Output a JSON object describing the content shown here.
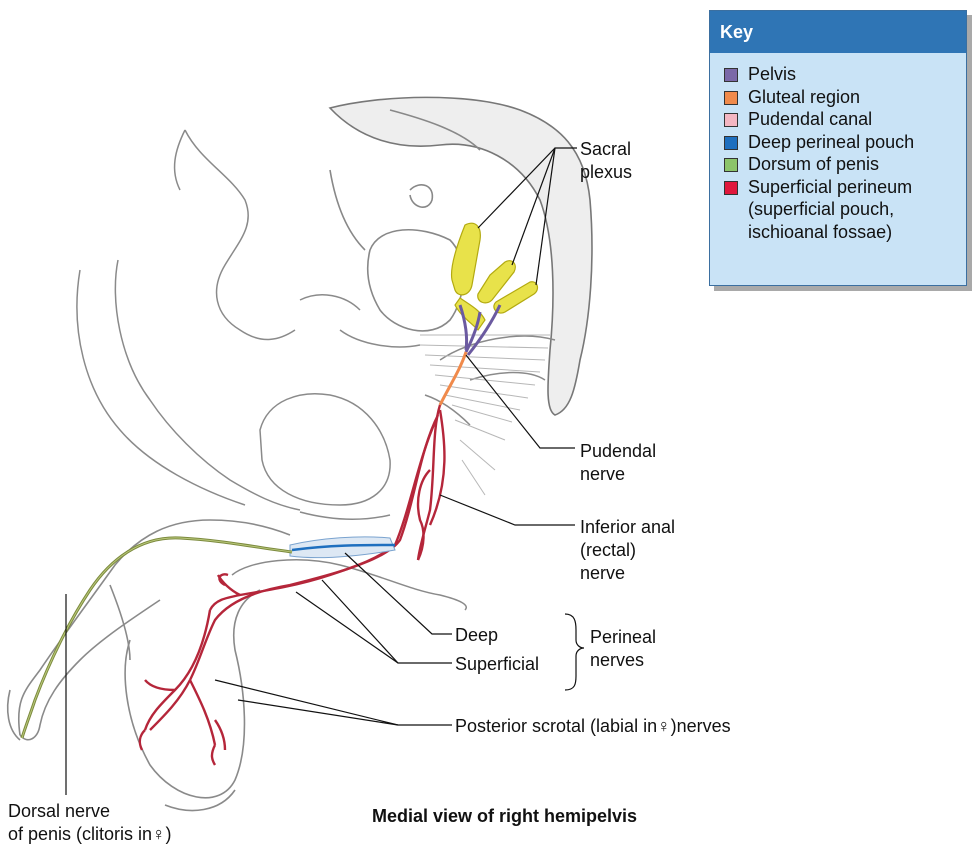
{
  "key": {
    "title": "Key",
    "items": [
      {
        "label": "Pelvis",
        "color": "#7b68a8"
      },
      {
        "label": "Gluteal region",
        "color": "#f08a4b"
      },
      {
        "label": "Pudendal canal",
        "color": "#f4b6c2"
      },
      {
        "label": "Deep perineal pouch",
        "color": "#1e6fbf"
      },
      {
        "label": "Dorsum of penis",
        "color": "#8cc46a"
      },
      {
        "label": "Superficial perineum\n(superficial pouch,\nischioanal fossae)",
        "color": "#e0173c"
      }
    ]
  },
  "labels": {
    "sacral_plexus": [
      "Sacral",
      "plexus"
    ],
    "pudendal_nerve": [
      "Pudendal",
      "nerve"
    ],
    "inferior_anal": [
      "Inferior anal",
      "(rectal)",
      "nerve"
    ],
    "deep": "Deep",
    "superficial": "Superficial",
    "perineal_nerves": [
      "Perineal",
      "nerves"
    ],
    "posterior_scrotal": "Posterior scrotal (labial in♀)nerves",
    "dorsal_nerve": [
      "Dorsal nerve",
      "of penis (clitoris in♀)"
    ]
  },
  "caption": "Medial view of right hemipelvis"
}
